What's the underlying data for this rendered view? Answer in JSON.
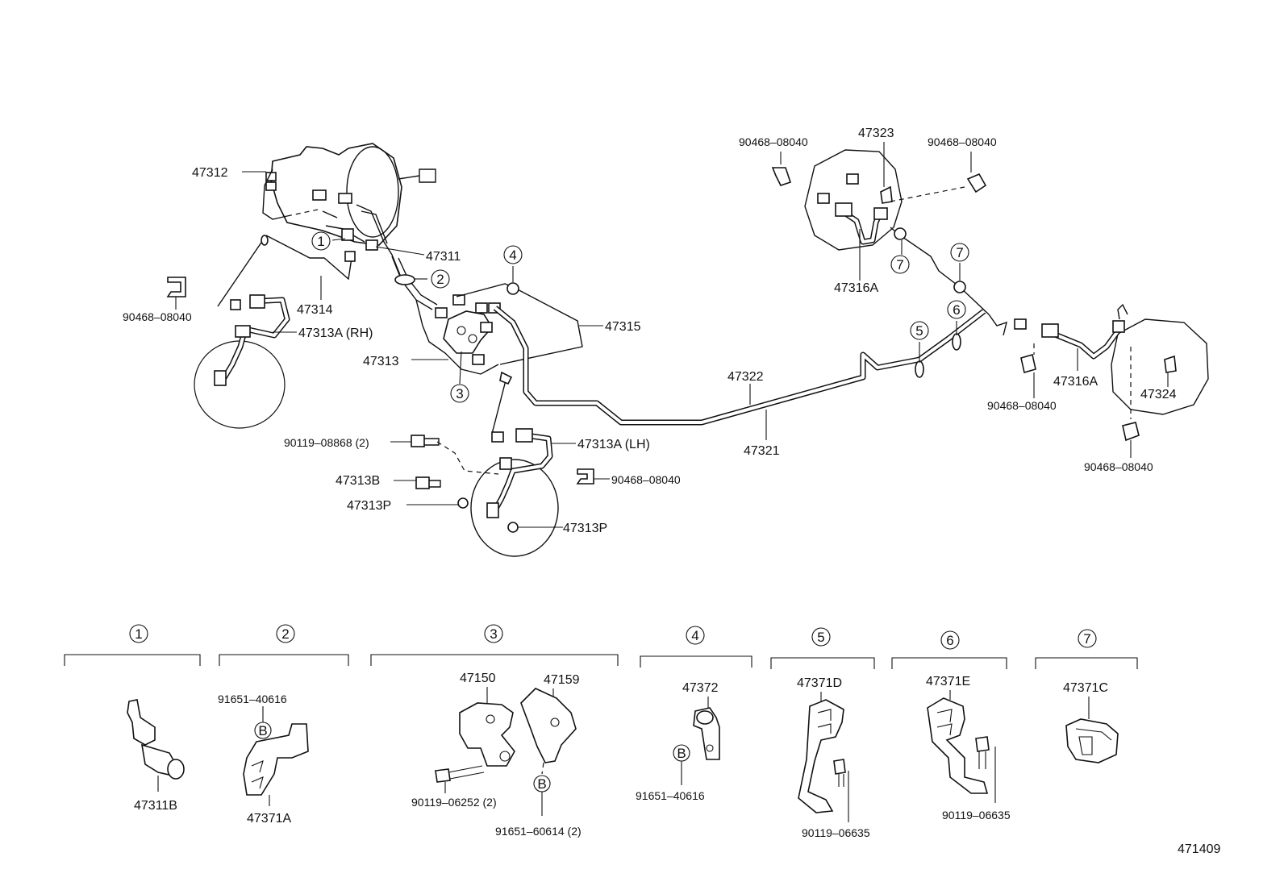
{
  "parts": {
    "p47312": "47312",
    "p47311": "47311",
    "p47314": "47314",
    "p90468_left": "90468–08040",
    "p47313A_rh": "47313A (RH)",
    "p47313": "47313",
    "p47315": "47315",
    "p47322": "47322",
    "p47321": "47321",
    "p90119_08868": "90119–08868 (2)",
    "p47313A_lh": "47313A (LH)",
    "p47313B": "47313B",
    "p90468_lhwheel": "90468–08040",
    "p47313P_a": "47313P",
    "p47313P_b": "47313P",
    "p90468_rt1": "90468–08040",
    "p47323": "47323",
    "p90468_rt2": "90468–08040",
    "p47316A_top": "47316A",
    "p47316A_right": "47316A",
    "p90468_rt3": "90468–08040",
    "p47324": "47324",
    "p90468_rt4": "90468–08040"
  },
  "callouts": [
    "1",
    "2",
    "3",
    "4",
    "5",
    "6",
    "7"
  ],
  "details": {
    "d1": {
      "num": "1",
      "parts": [
        "47311B"
      ]
    },
    "d2": {
      "num": "2",
      "parts": [
        "91651–40616",
        "47371A"
      ],
      "marker": "B"
    },
    "d3": {
      "num": "3",
      "parts": [
        "47150",
        "47159",
        "90119–06252 (2)",
        "91651–60614 (2)"
      ],
      "marker": "B"
    },
    "d4": {
      "num": "4",
      "parts": [
        "47372",
        "91651–40616"
      ],
      "marker": "B"
    },
    "d5": {
      "num": "5",
      "parts": [
        "47371D",
        "90119–06635"
      ]
    },
    "d6": {
      "num": "6",
      "parts": [
        "47371E",
        "90119–06635"
      ]
    },
    "d7": {
      "num": "7",
      "parts": [
        "47371C"
      ]
    }
  },
  "diagram_id": "471409"
}
